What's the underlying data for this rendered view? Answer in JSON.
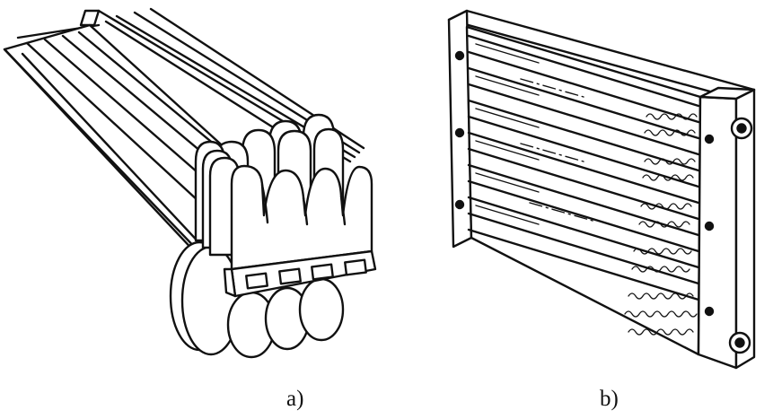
{
  "figure": {
    "panels": [
      {
        "id": "a",
        "label": "a)"
      },
      {
        "id": "b",
        "label": "b)"
      }
    ],
    "colors": {
      "ink": "#111111",
      "paper": "#ffffff"
    }
  }
}
